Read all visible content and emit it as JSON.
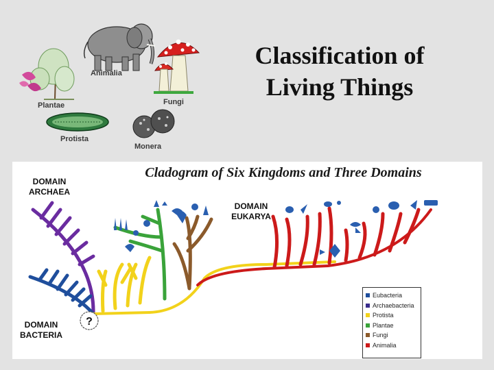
{
  "title": {
    "line1": "Classification of",
    "line2": "Living Things"
  },
  "kingdoms": {
    "animalia": "Animalia",
    "fungi": "Fungi",
    "plantae": "Plantae",
    "protista": "Protista",
    "monera": "Monera"
  },
  "cladogram": {
    "title": "Cladogram of Six Kingdoms and Three Domains",
    "archaea": {
      "line1": "DOMAIN",
      "line2": "ARCHAEA"
    },
    "eukarya": {
      "line1": "DOMAIN",
      "line2": "EUKARYA"
    },
    "bacteria": {
      "line1": "DOMAIN",
      "line2": "BACTERIA"
    },
    "unknown": "?",
    "legend": [
      {
        "label": "Eubacteria",
        "color": "#1f4e9c"
      },
      {
        "label": "Archaebacteria",
        "color": "#3a2d8c"
      },
      {
        "label": "Protista",
        "color": "#f2d21b"
      },
      {
        "label": "Plantae",
        "color": "#3aa33a"
      },
      {
        "label": "Fungi",
        "color": "#8b5a2b"
      },
      {
        "label": "Animalia",
        "color": "#cc1a1a"
      }
    ]
  }
}
